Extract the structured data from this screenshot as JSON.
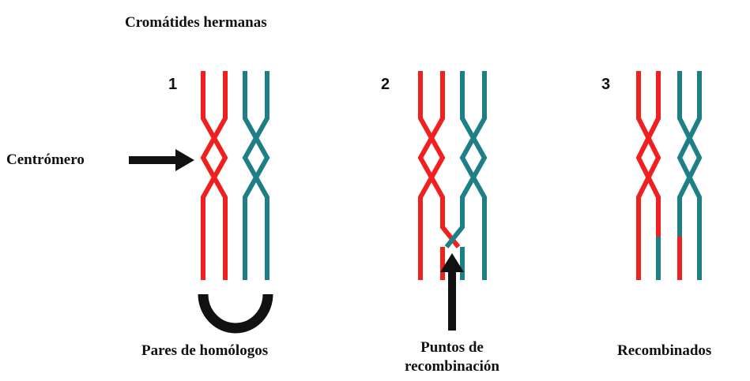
{
  "labels": {
    "title": "Cromátides hermanas",
    "centromere": "Centrómero",
    "pairs": "Pares de homólogos",
    "points_line1": "Puntos de",
    "points_line2": "recombinación",
    "recombined": "Recombinados"
  },
  "panels": {
    "one": "1",
    "two": "2",
    "three": "3"
  },
  "colors": {
    "maternal": "#f02020",
    "paternal": "#1f7f86",
    "annotation": "#111111"
  },
  "icons": {
    "centromere_pointer": "right-arrow-icon",
    "homologous_pair_bracket": "arc-bracket-icon",
    "recombination_pointer": "up-arrow-icon"
  }
}
